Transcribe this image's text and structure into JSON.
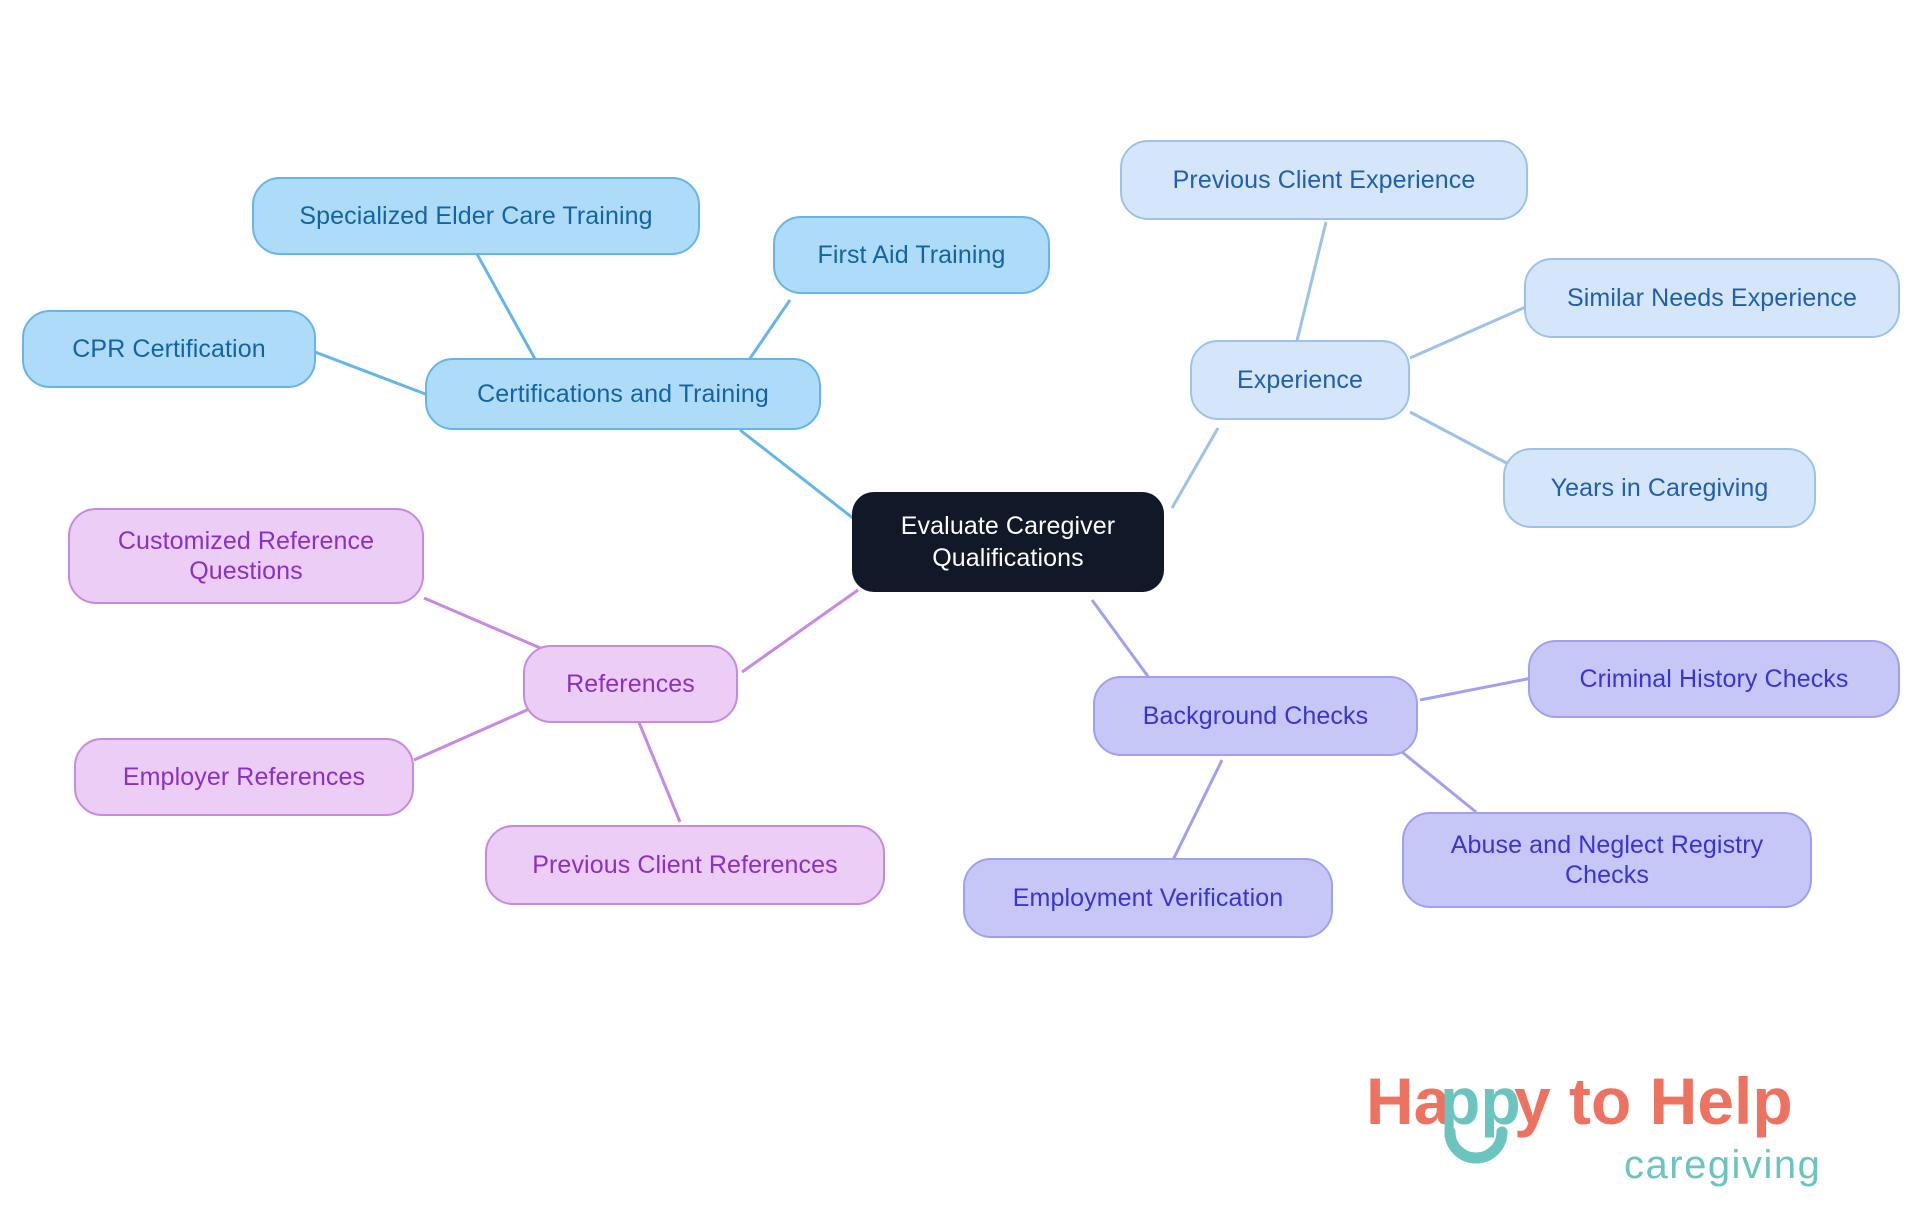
{
  "diagram": {
    "type": "mindmap",
    "background": "#ffffff",
    "root": {
      "id": "root",
      "label": "Evaluate Caregiver\nQualifications",
      "fill": "#111827",
      "text_color": "#ffffff"
    },
    "branches": [
      {
        "id": "certifications",
        "label": "Certifications and Training",
        "fill": "#aedcf8",
        "border": "#66b5e8",
        "text_color": "#1464a5",
        "edge_color": "#66b5e8",
        "children": [
          {
            "id": "cpr-certification",
            "label": "CPR Certification"
          },
          {
            "id": "specialized-elder-care-training",
            "label": "Specialized Elder Care Training"
          },
          {
            "id": "first-aid-training",
            "label": "First Aid Training"
          }
        ]
      },
      {
        "id": "experience",
        "label": "Experience",
        "fill": "#d5e6fa",
        "border": "#9dc2ea",
        "text_color": "#1f5fae",
        "edge_color": "#9dc2ea",
        "children": [
          {
            "id": "previous-client-experience",
            "label": "Previous Client Experience"
          },
          {
            "id": "similar-needs-experience",
            "label": "Similar Needs Experience"
          },
          {
            "id": "years-in-caregiving",
            "label": "Years in Caregiving"
          }
        ]
      },
      {
        "id": "references",
        "label": "References",
        "fill": "#ebcdf5",
        "border": "#c889e0",
        "text_color": "#8b2fc9",
        "edge_color": "#c889e0",
        "children": [
          {
            "id": "customized-reference-questions",
            "label": "Customized Reference\nQuestions"
          },
          {
            "id": "employer-references",
            "label": "Employer References"
          },
          {
            "id": "previous-client-references",
            "label": "Previous Client References"
          }
        ]
      },
      {
        "id": "background-checks",
        "label": "Background Checks",
        "fill": "#c7c7f7",
        "border": "#a0a0ef",
        "text_color": "#3a33d6",
        "edge_color": "#a0a0ef",
        "children": [
          {
            "id": "criminal-history-checks",
            "label": "Criminal History Checks"
          },
          {
            "id": "abuse-and-neglect-registry-checks",
            "label": "Abuse and Neglect Registry\nChecks"
          },
          {
            "id": "employment-verification",
            "label": "Employment Verification"
          }
        ]
      }
    ]
  },
  "logo": {
    "line1_part1": "Ha",
    "line1_part2": "pp",
    "line1_part3": "y to Help",
    "line2": "caregiving",
    "coral": "#ee7260",
    "teal": "#6bc4be"
  }
}
